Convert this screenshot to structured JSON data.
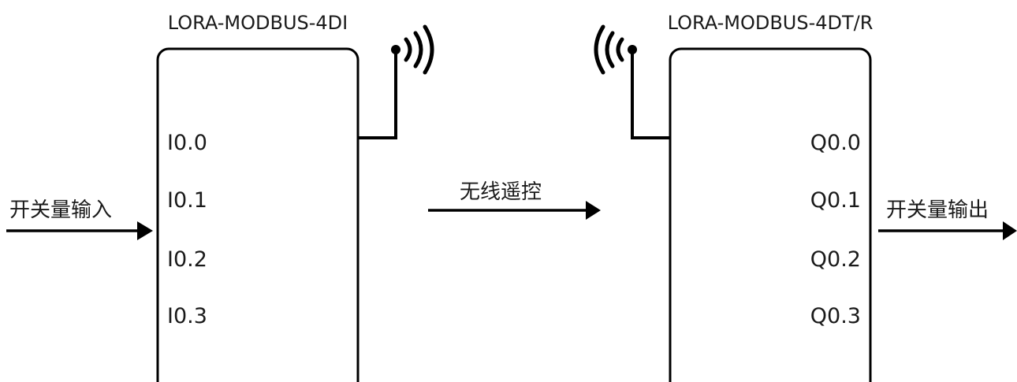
{
  "left_module": {
    "title": "LORA-MODBUS-4DI",
    "ports": [
      "I0.0",
      "I0.1",
      "I0.2",
      "I0.3"
    ]
  },
  "right_module": {
    "title": "LORA-MODBUS-4DT/R",
    "ports": [
      "Q0.0",
      "Q0.1",
      "Q0.2",
      "Q0.3"
    ]
  },
  "labels": {
    "input": "开关量输入",
    "wireless": "无线遥控",
    "output": "开关量输出"
  },
  "icons": {
    "left_antenna": "antenna-signal-icon",
    "right_antenna": "antenna-signal-icon"
  }
}
